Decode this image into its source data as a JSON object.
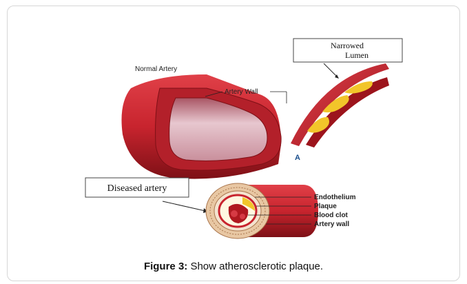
{
  "labels": {
    "normal_artery": "Normal Artery",
    "artery_wall": "Artery Wall",
    "narrowed_lumen_line1": "Narrowed",
    "narrowed_lumen_line2": "Lumen",
    "panel_a": "A",
    "diseased_artery": "Diseased artery",
    "endothelium": "Endothelium",
    "plaque": "Plaque",
    "blood_clot": "Blood clot",
    "artery_wall_lower": "Artery wall"
  },
  "caption": {
    "prefix": "Figure 3:",
    "text": " Show atherosclerotic plaque."
  },
  "colors": {
    "artery_red": "#c8242e",
    "artery_dark": "#8e1318",
    "lumen": "#e7c7cf",
    "plaque": "#f2c52a",
    "wall_tan": "#e8c7a3"
  }
}
